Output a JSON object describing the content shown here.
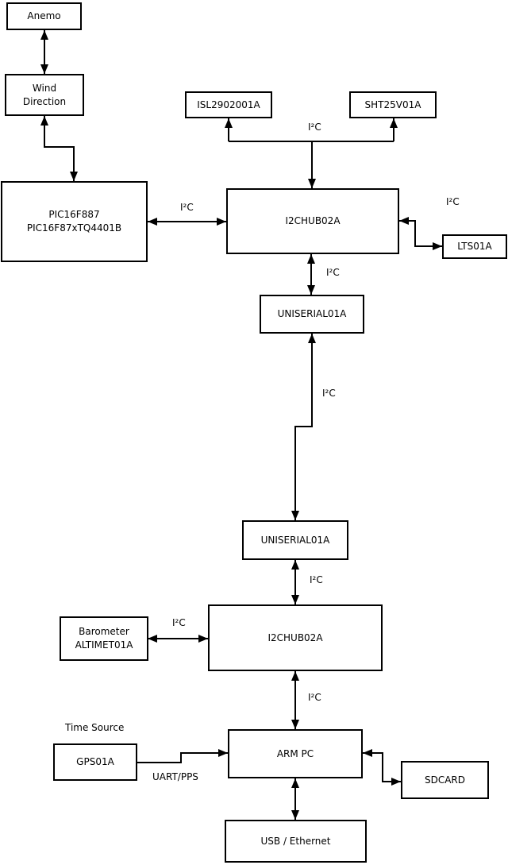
{
  "diagram": {
    "background": "#ffffff",
    "stroke_color": "#000000",
    "boxes": {
      "anemo": {
        "lines": [
          "Anemo"
        ]
      },
      "wind_direction": {
        "lines": [
          "Wind",
          "Direction"
        ]
      },
      "pic_controller": {
        "lines": [
          "PIC16F887",
          "PIC16F87xTQ4401B"
        ]
      },
      "isl_sensor": {
        "lines": [
          "ISL2902001A"
        ]
      },
      "sht_sensor": {
        "lines": [
          "SHT25V01A"
        ]
      },
      "i2c_hub_upper": {
        "lines": [
          "I2CHUB02A"
        ]
      },
      "lts_sensor": {
        "lines": [
          "LTS01A"
        ]
      },
      "uniserial_upper": {
        "lines": [
          "UNISERIAL01A"
        ]
      },
      "uniserial_lower": {
        "lines": [
          "UNISERIAL01A"
        ]
      },
      "i2c_hub_lower": {
        "lines": [
          "I2CHUB02A"
        ]
      },
      "barometer": {
        "lines": [
          "Barometer",
          "ALTIMET01A"
        ]
      },
      "gps": {
        "lines": [
          "GPS01A"
        ]
      },
      "arm_pc": {
        "lines": [
          "ARM PC"
        ]
      },
      "sdcard": {
        "lines": [
          "SDCARD"
        ]
      },
      "usb_ethernet": {
        "lines": [
          "USB / Ethernet"
        ]
      }
    },
    "labels": {
      "i2c": "I²C",
      "uart_pps": "UART/PPS",
      "time_source": "Time Source"
    }
  }
}
